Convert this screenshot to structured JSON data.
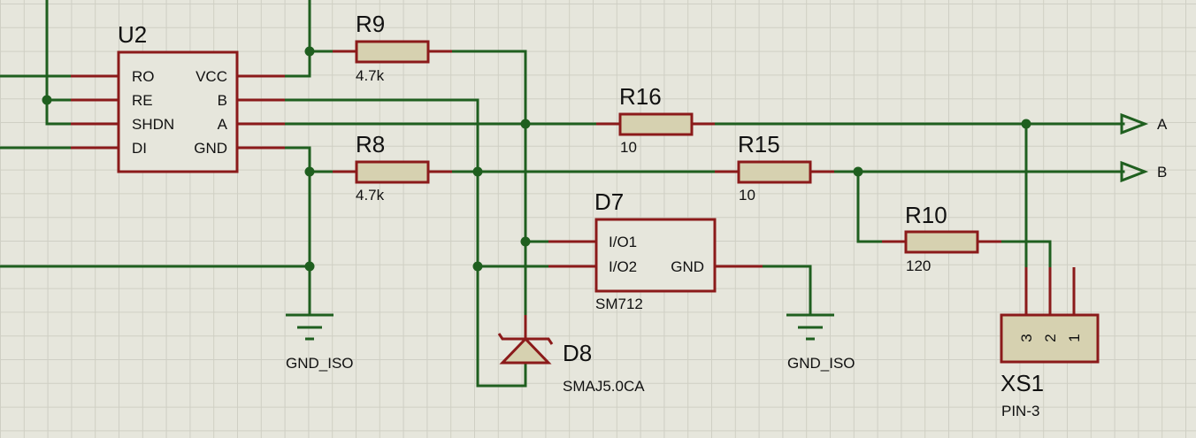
{
  "colors": {
    "background": "#e6e6dc",
    "wire": "#1f5f1f",
    "component": "#8b1a1a",
    "body_fill": "#d6d1b0",
    "grid": "#cfcfc4"
  },
  "u2": {
    "ref": "U2",
    "pins": {
      "ro": "RO",
      "re": "RE",
      "shdn": "SHDN",
      "di": "DI",
      "vcc": "VCC",
      "b": "B",
      "a": "A",
      "gnd": "GND"
    }
  },
  "r9": {
    "ref": "R9",
    "value": "4.7k"
  },
  "r8": {
    "ref": "R8",
    "value": "4.7k"
  },
  "r16": {
    "ref": "R16",
    "value": "10"
  },
  "r15": {
    "ref": "R15",
    "value": "10"
  },
  "r10": {
    "ref": "R10",
    "value": "120"
  },
  "d7": {
    "ref": "D7",
    "value": "SM712",
    "pins": {
      "io1": "I/O1",
      "io2": "I/O2",
      "gnd": "GND"
    }
  },
  "d8": {
    "ref": "D8",
    "value": "SMAJ5.0CA"
  },
  "xs1": {
    "ref": "XS1",
    "value": "PIN-3",
    "pins": [
      "3",
      "2",
      "1"
    ]
  },
  "grounds": [
    "GND_ISO",
    "GND_ISO"
  ],
  "terminals": {
    "a": "A",
    "b": "B"
  }
}
